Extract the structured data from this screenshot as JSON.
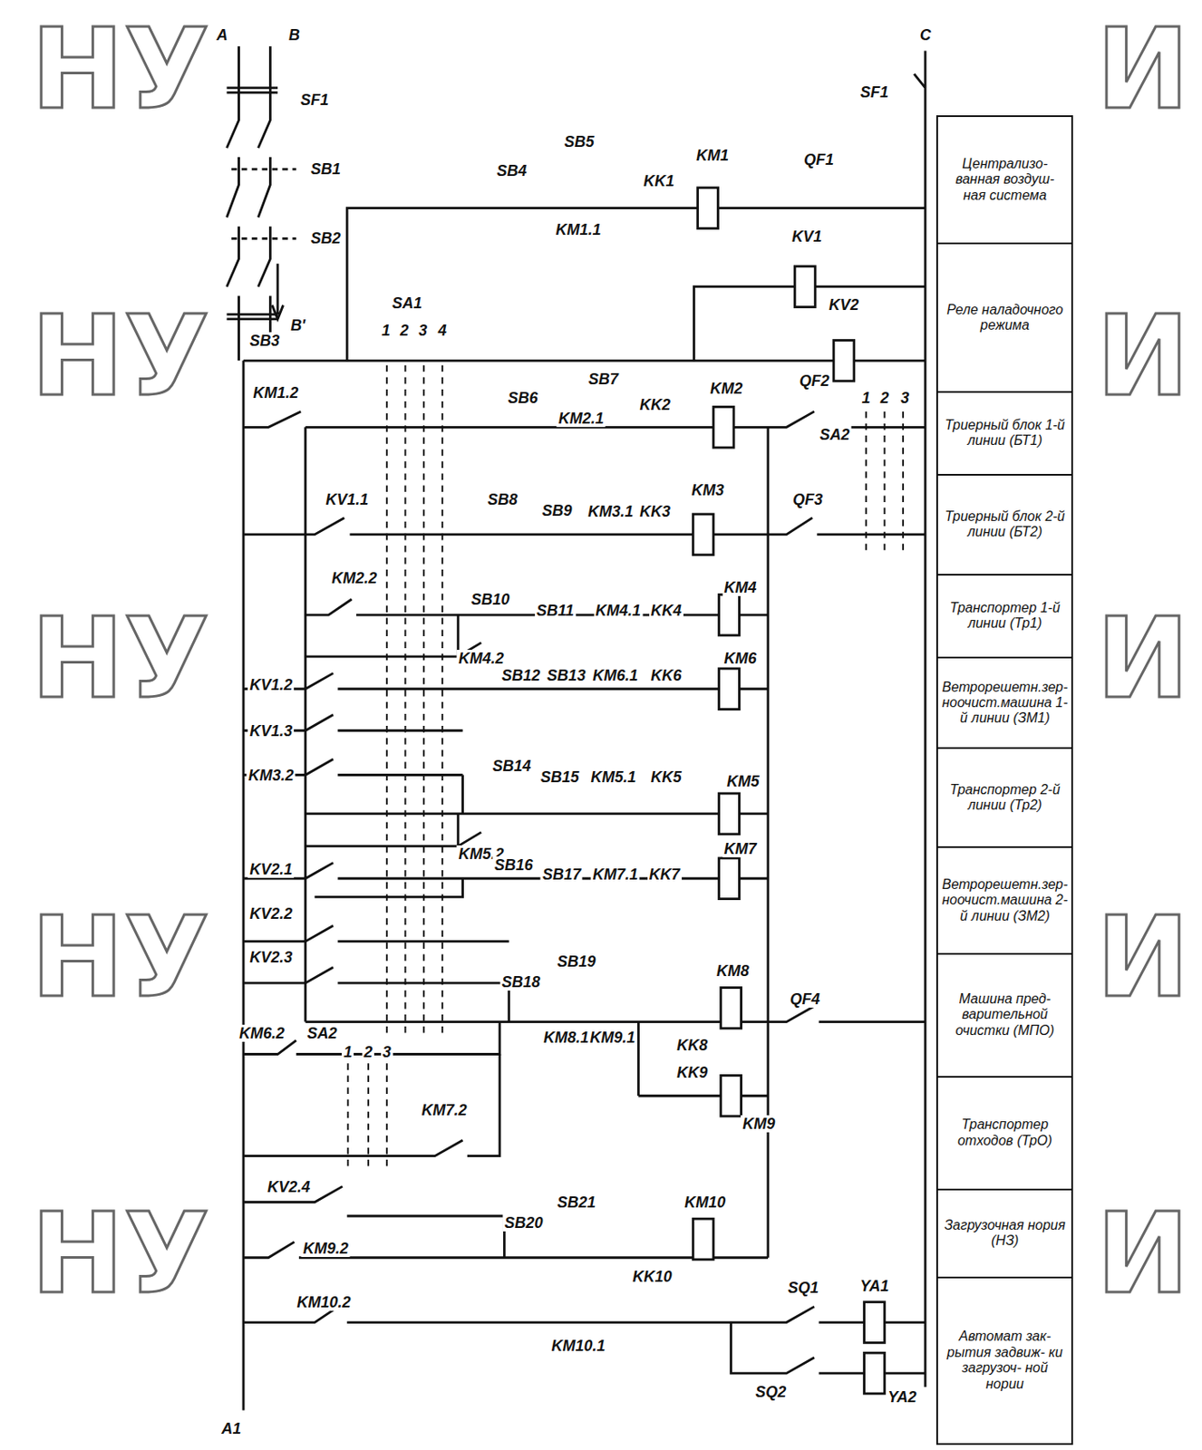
{
  "diagram": {
    "nodes": [
      {
        "text": [
          "Централизо- ванная воздуш- ная система"
        ]
      },
      {
        "text": [
          "Реле наладочного режима"
        ]
      },
      {
        "text": [
          "Триерный блок 1-й линии (БТ1)"
        ]
      },
      {
        "text": [
          "Триерный блок 2-й линии (БТ2)"
        ]
      },
      {
        "text": [
          "Транспортер 1-й линии (Тр1)"
        ]
      },
      {
        "text": [
          "Ветрорешетн.зер- ноочист.машина 1-й линии (ЗМ1)"
        ]
      },
      {
        "text": [
          "Транспортер 2-й линии (Тр2)"
        ]
      },
      {
        "text": [
          "Ветрорешетн.зер- ноочист.машина 2-й линии (ЗМ2)"
        ]
      },
      {
        "text": [
          "Машина пред- варительной очистки (МПО)"
        ]
      },
      {
        "text": [
          "Транспортер отходов (ТрО)"
        ]
      },
      {
        "text": [
          "Загрузочная нория (НЗ)"
        ]
      },
      {
        "text": [
          "Автомат зак- рытия задвиж- ки загрузоч- ной нории"
        ]
      }
    ],
    "labels": [
      "НУ",
      "НУ",
      "НУ",
      "НУ",
      "НУ",
      "И",
      "И",
      "И",
      "И",
      "И",
      "A",
      "B",
      "C",
      "SF1",
      "SF1",
      "SB1",
      "SB2",
      "SB3",
      "B'",
      "SA1",
      "1",
      "2",
      "3",
      "4",
      "SB4",
      "SB5",
      "KM1.1",
      "KK1",
      "KM1",
      "QF1",
      "KV1",
      "KV2",
      "KM1.2",
      "SB6",
      "SB7",
      "KM2.1",
      "KK2",
      "KM2",
      "QF2",
      "SA2",
      "1",
      "2",
      "3",
      "KV1.1",
      "SB8",
      "SB9",
      "KM3.1",
      "KK3",
      "KM3",
      "QF3",
      "KM2.2",
      "SB10",
      "SB11",
      "KM4.1",
      "KK4",
      "KM4",
      "KM4.2",
      "KV1.2",
      "SB12",
      "SB13",
      "KM6.1",
      "KK6",
      "KM6",
      "KV1.3",
      "KM3.2",
      "SB14",
      "SB15",
      "KM5.1",
      "KK5",
      "KM5",
      "KM5.2",
      "KV2.1",
      "SB16",
      "SB17",
      "KM7.1",
      "KK7",
      "KM7",
      "KV2.2",
      "KV2.3",
      "SB18",
      "SB19",
      "KM8.1",
      "KM9.1",
      "KK8",
      "KM8",
      "QF4",
      "KK9",
      "KM9",
      "KM6.2",
      "SA2",
      "1",
      "2",
      "3",
      "KM7.2",
      "KV2.4",
      "KM9.2",
      "SB20",
      "SB21",
      "KK10",
      "KM10",
      "SQ1",
      "YA1",
      "SQ2",
      "YA2",
      "KM10.2",
      "KM10.1",
      "A1"
    ]
  }
}
